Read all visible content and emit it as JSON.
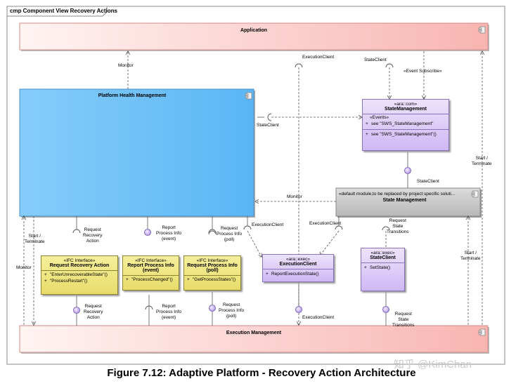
{
  "frame_title": "cmp Component View Recovery Actions",
  "caption": "Figure 7.12: Adaptive Platform - Recovery Action Architecture",
  "watermark": "知乎 @KimChan",
  "components": {
    "application": {
      "title": "Application"
    },
    "phm": {
      "title": "Platform Health Management"
    },
    "execution_management": {
      "title": "Execution Management"
    },
    "sm_com": {
      "stereotype": "«ara::com»",
      "title": "StateManagement",
      "events_header": "«Events»",
      "events": [
        {
          "vis": "+",
          "text": "see \"SWS_StateManagement\""
        }
      ],
      "operations": [
        {
          "vis": "+",
          "text": "see \"SWS_StateManagement\"()"
        }
      ]
    },
    "sm_default": {
      "note": "«default module,to be replaced by project specific soluti...",
      "title": "State Management"
    },
    "iface_rra": {
      "stereotype": "«IFC Interface»",
      "title": "Request Recovery Action",
      "operations": [
        {
          "vis": "+",
          "text": "\"EnterUnrecoverableState\"()"
        },
        {
          "vis": "+",
          "text": "\"ProcessRestart\"()"
        }
      ]
    },
    "iface_rpi_event": {
      "stereotype": "«IFC Interface»",
      "title_line1": "Report Process Info",
      "title_line2": "(event)",
      "operations": [
        {
          "vis": "+",
          "text": "\"ProcessChanged\"()"
        }
      ]
    },
    "iface_rpi_poll": {
      "stereotype": "«IFC Interface»",
      "title_line1": "Request Process Info",
      "title_line2": "(poll)",
      "operations": [
        {
          "vis": "+",
          "text": "\"GetProcessStates\"()"
        }
      ]
    },
    "exec_client": {
      "stereotype": "«ara::exec»",
      "title": "ExecutionClient",
      "operations": [
        {
          "vis": "+",
          "text": "ReportExecutionState()"
        }
      ]
    },
    "state_client": {
      "stereotype": "«ara::exec»",
      "title": "StateClient",
      "operations": [
        {
          "vis": "+",
          "text": "SetState()"
        }
      ]
    }
  },
  "labels": {
    "monitor_top": "Monitor",
    "execution_client_top": "ExecutionClient",
    "state_client_top": "StateClient",
    "event_subscribe": "«Event Subscribe»",
    "state_client_mid": "StateClient",
    "state_client_sm": "StateClient",
    "monitor_mid": "Monitor",
    "start_terminate_right_top": "Start /\nTerminate",
    "start_terminate_right_bottom": "Start /\nTerminate",
    "start_terminate_left": "Start /\nTerminate",
    "monitor_left": "Monitor",
    "request_recovery_action_top": "Request\nRecovery\nAction",
    "report_process_info_event_top": "Report\nProcess Info\n(event)",
    "request_process_info_poll_top": "Request\nProcess Info\n(poll)",
    "execution_client_phm": "ExecutionClient",
    "execution_client_sm": "ExecutionClient",
    "request_state_transitions_top": "Request\nState\nTransitions",
    "request_recovery_action_bottom": "Request\nRecovery\nAction",
    "report_process_info_event_bottom": "Report\nProcess Info\n(event)",
    "request_process_info_poll_bottom": "Request\nProcess Info\n(poll)",
    "execution_client_bottom": "ExecutionClient",
    "request_state_transitions_bottom": "Request\nState\nTransitions"
  }
}
